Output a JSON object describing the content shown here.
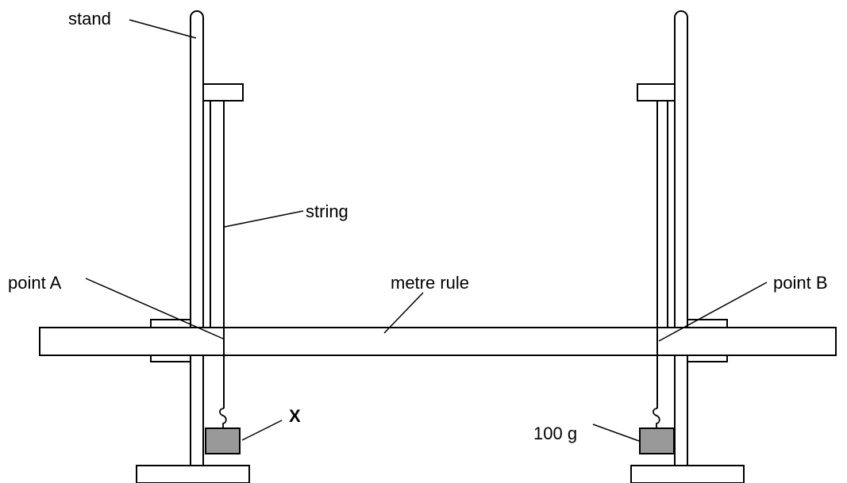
{
  "labels": {
    "stand": "stand",
    "string": "string",
    "point_a": "point A",
    "metre_rule": "metre rule",
    "point_b": "point B",
    "mass_x": "X",
    "mass_100g": "100 g"
  },
  "colors": {
    "mass_fill": "#999999",
    "outline": "#000000",
    "background": "#ffffff"
  }
}
